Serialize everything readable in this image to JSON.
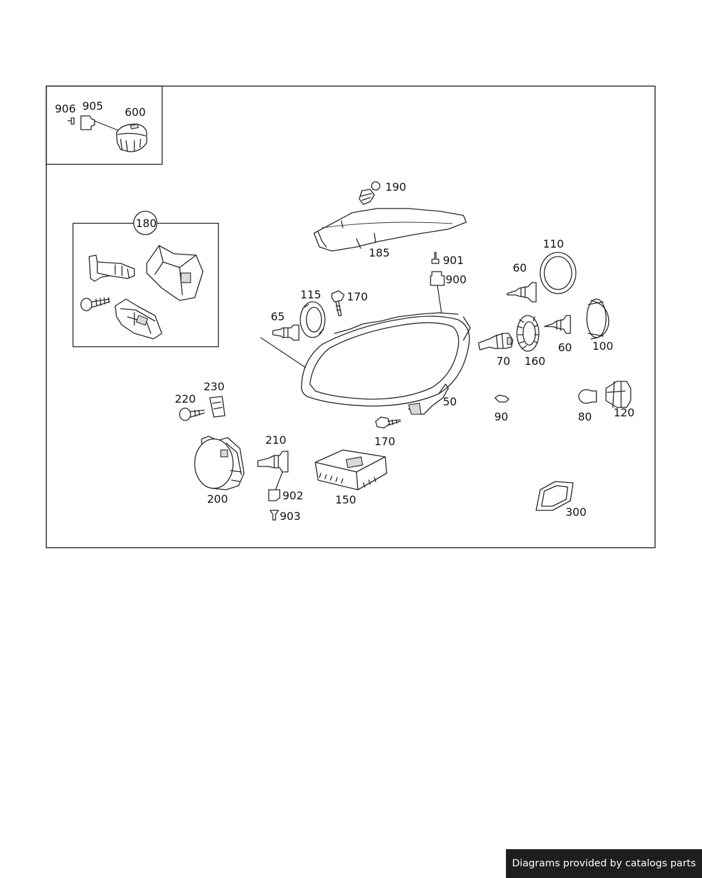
{
  "diagram": {
    "labels": {
      "p906": "906",
      "p905": "905",
      "p600": "600",
      "p180": "180",
      "p190": "190",
      "p185": "185",
      "p901": "901",
      "p900": "900",
      "p110": "110",
      "p60a": "60",
      "p60b": "60",
      "p115": "115",
      "p170a": "170",
      "p170b": "170",
      "p65": "65",
      "p70": "70",
      "p160": "160",
      "p100": "100",
      "p220": "220",
      "p230": "230",
      "p50": "50",
      "p90": "90",
      "p80": "80",
      "p120": "120",
      "p210": "210",
      "p902": "902",
      "p903": "903",
      "p200": "200",
      "p150": "150",
      "p300": "300"
    }
  },
  "footer": {
    "credit": "Diagrams provided by catalogs parts"
  }
}
